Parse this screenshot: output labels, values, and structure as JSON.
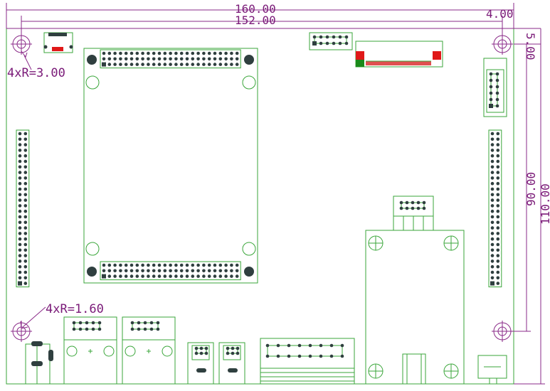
{
  "dimensions": {
    "total_width": "160.00",
    "edge_offset": "4.00",
    "hole_spacing_x": "152.00",
    "top_offset": "5.00",
    "hole_spacing_y": "90.00",
    "total_height": "110.00",
    "mount_hole_radius": "4xR=3.00",
    "inner_hole_radius": "4xR=1.60"
  },
  "colors": {
    "dimension": "#8a2a88",
    "board_outline": "#3aa63a",
    "pad": "#2f3f3f",
    "marker_red": "#e01818",
    "marker_green": "#1a8a1a"
  }
}
